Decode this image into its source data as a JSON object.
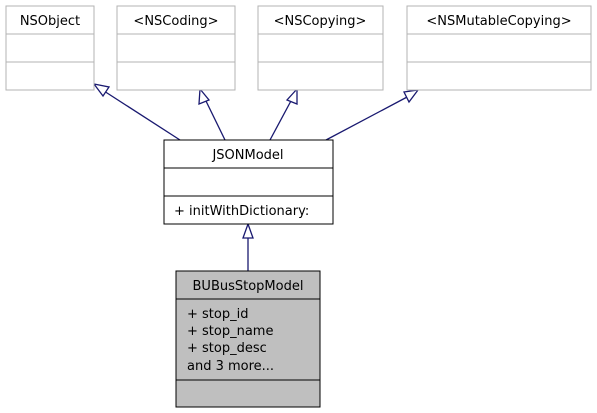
{
  "classes": {
    "nsobject": {
      "name": "NSObject"
    },
    "nscoding": {
      "name": "<NSCoding>"
    },
    "nscopying": {
      "name": "<NSCopying>"
    },
    "nsmutablecopying": {
      "name": "<NSMutableCopying>"
    },
    "jsonmodel": {
      "name": "JSONModel",
      "methods": [
        "+ initWithDictionary:"
      ]
    },
    "bubusstopmodel": {
      "name": "BUBusStopModel",
      "attributes": [
        "+ stop_id",
        "+ stop_name",
        "+ stop_desc",
        "and 3 more..."
      ]
    }
  },
  "colors": {
    "protocol_border": "#b3b3b3",
    "class_border": "#000000",
    "highlight_fill": "#bfbfbf",
    "arrow": "#191970"
  }
}
